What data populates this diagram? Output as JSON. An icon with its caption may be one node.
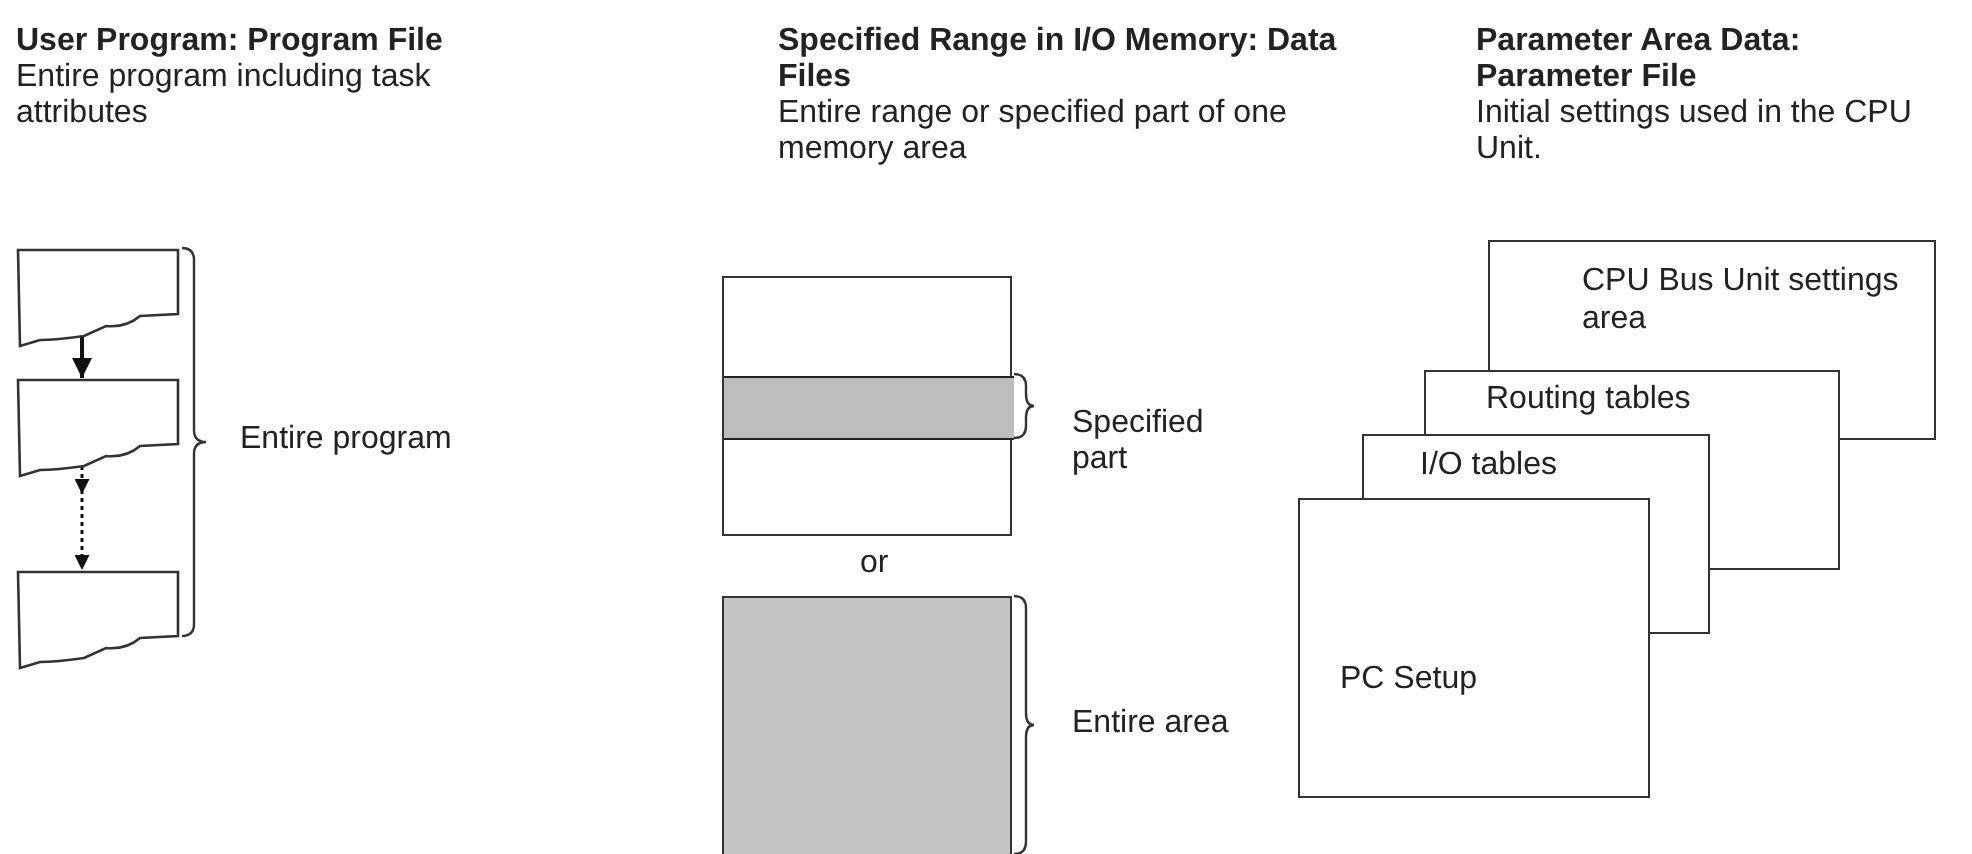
{
  "diagram": {
    "nodes": [
      {
        "text": [],
        "shape": "box"
      },
      {
        "text": [],
        "shape": "box"
      },
      {
        "text": [],
        "shape": "box"
      },
      {
        "text": [],
        "shape": "box"
      },
      {
        "text": [],
        "shape": "bar",
        "in": 3
      },
      {
        "text": [],
        "shape": "box"
      },
      {
        "text": [
          "CPU Bus Unit settings area"
        ]
      },
      {
        "text": [
          "Routing tables"
        ]
      },
      {
        "text": [
          "I/O tables"
        ]
      },
      {
        "text": [
          "PC Setup"
        ]
      }
    ],
    "edges": [
      {
        "from": 0,
        "to": 1,
        "arrow": "to"
      },
      {
        "from": 1,
        "to": 2,
        "arrow": "to",
        "style": "dashed"
      }
    ],
    "labels": [
      "User Program: Program File",
      "Entire program including task attributes",
      "Specified Range in I/O Memory: Data Files",
      "Entire range or specified part of one memory area",
      "Parameter Area Data: Parameter File",
      "Initial settings used in the CPU Unit.",
      "Entire program",
      "Specified part",
      "or",
      "Entire area"
    ]
  }
}
